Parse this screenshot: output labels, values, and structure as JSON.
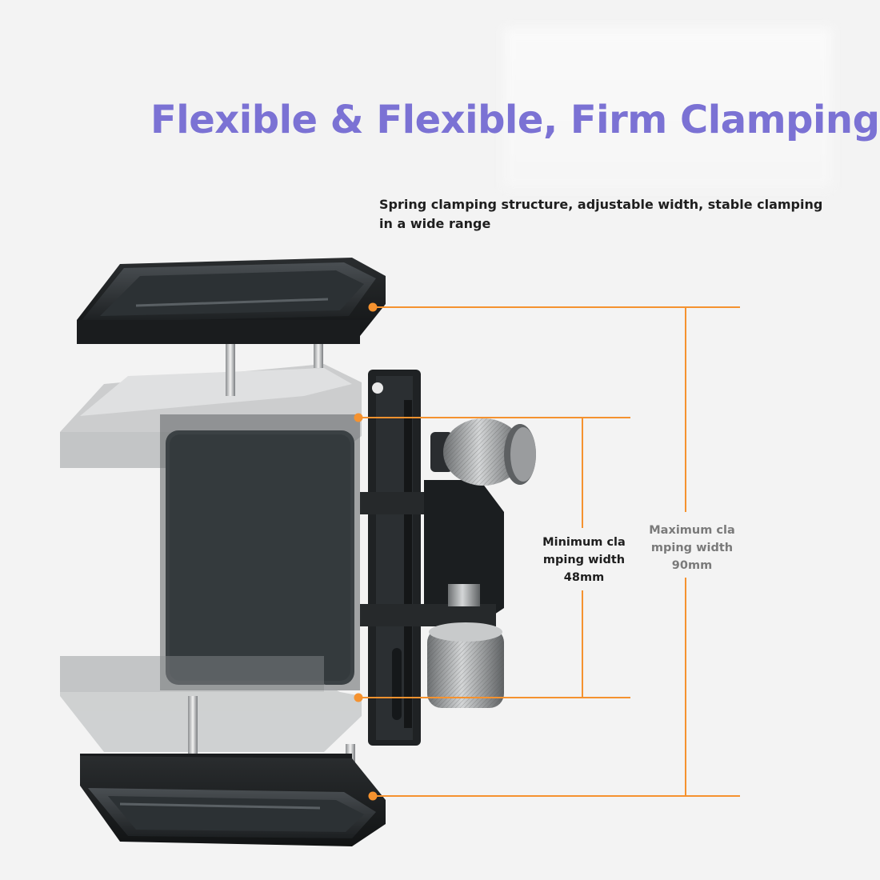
{
  "headline": "Flexible & Flexible, Firm Clamping",
  "subtitle": "Spring clamping structure, adjustable width, stable clamping in a wide range",
  "annotations": {
    "min": {
      "lines": [
        "Minimum cla",
        "mping width",
        "48mm"
      ]
    },
    "max": {
      "lines": [
        "Maximum cla",
        "mping width",
        "90mm"
      ]
    }
  },
  "colors": {
    "headline": "#7b72d4",
    "dimension_line": "#f5922f",
    "product_body": "#1f2224",
    "phone_plate": "#3b4144"
  },
  "product": {
    "description_icon": "phone-clamp-mount",
    "parts": [
      "top-jaw",
      "bottom-jaw",
      "ghost-top-jaw",
      "ghost-bottom-jaw",
      "back-plate",
      "knurled-knob-top",
      "knurled-knob-bottom",
      "mount-bracket"
    ]
  }
}
